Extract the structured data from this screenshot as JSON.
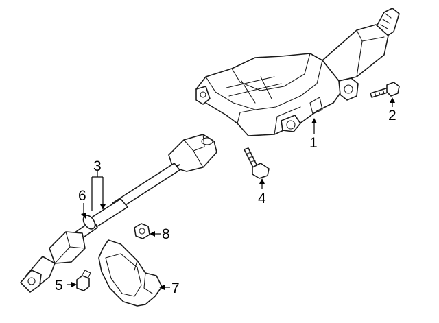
{
  "callouts": [
    {
      "id": "1",
      "label": "1"
    },
    {
      "id": "2",
      "label": "2"
    },
    {
      "id": "3",
      "label": "3"
    },
    {
      "id": "4",
      "label": "4"
    },
    {
      "id": "5",
      "label": "5"
    },
    {
      "id": "6",
      "label": "6"
    },
    {
      "id": "7",
      "label": "7"
    },
    {
      "id": "8",
      "label": "8"
    }
  ],
  "parts": {
    "steering_column": "steering-column-assembly",
    "column_bolt": "column-bolt",
    "intermediate_shaft": "intermediate-shaft",
    "mount_bolt": "mount-bolt",
    "joint_bolt": "joint-bolt",
    "shaft_seal": "shaft-seal",
    "column_boot": "column-boot",
    "nut": "nut"
  }
}
